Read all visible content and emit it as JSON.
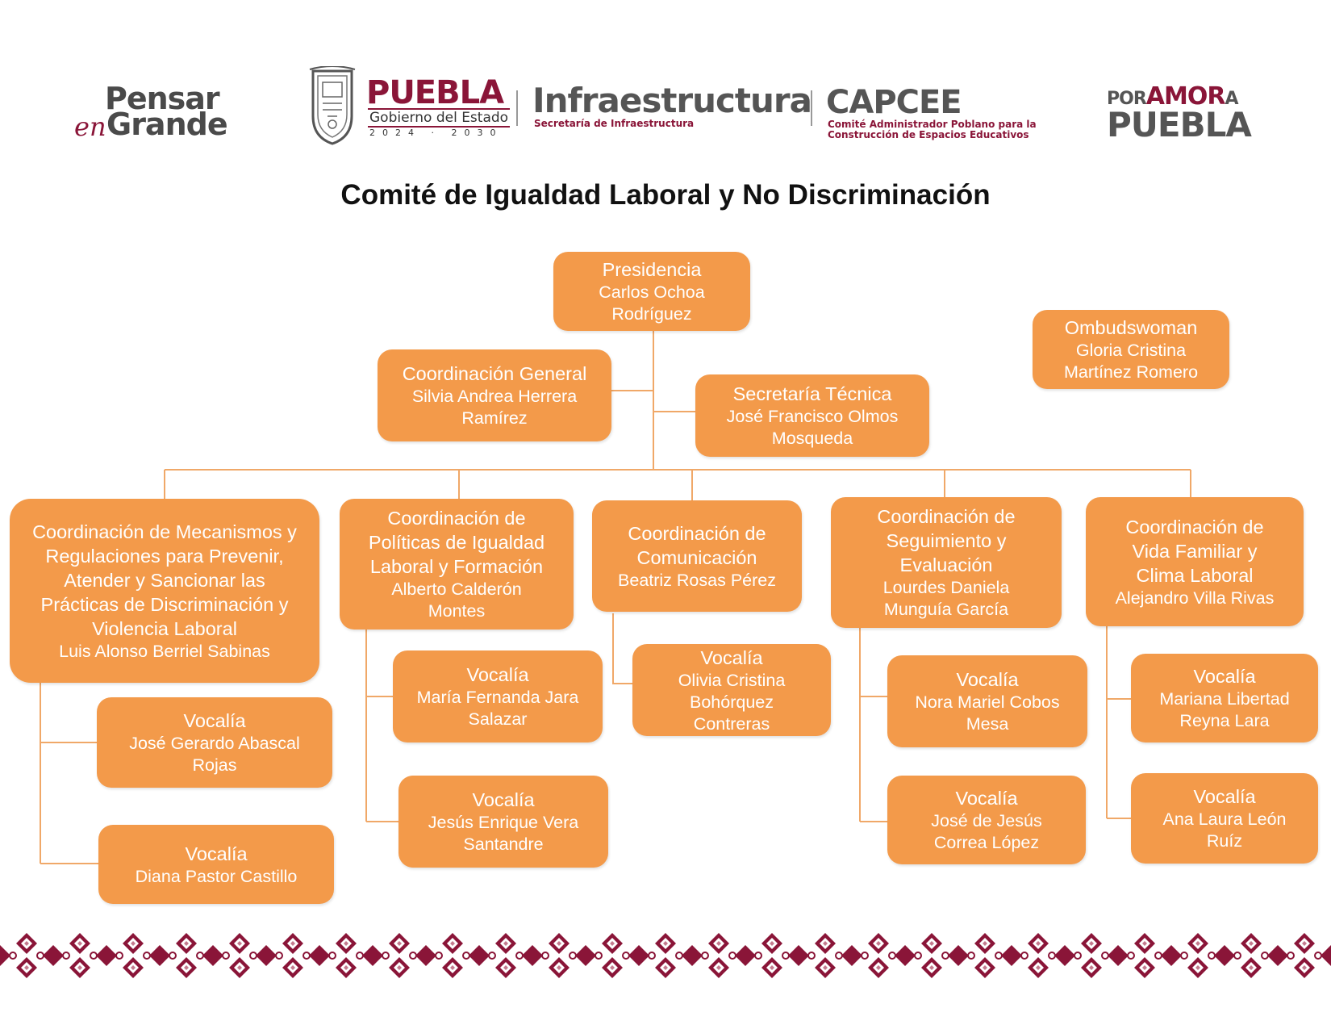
{
  "header": {
    "logos": {
      "pensar": {
        "top": "Pensar",
        "en": "en",
        "grande": "Grande"
      },
      "puebla": {
        "title": "PUEBLA",
        "subtitle": "Gobierno del Estado",
        "years": "2024 · 2030",
        "seal_icon": "state-seal-icon"
      },
      "infraestructura": {
        "title": "Infraestructura",
        "subtitle": "Secretaría de Infraestructura"
      },
      "capcee": {
        "title": "CAPCEE",
        "subtitle": "Comité Administrador Poblano para la Construcción de Espacios Educativos"
      },
      "poramor": {
        "por": "POR",
        "amor": "AMOR",
        "a": "A",
        "puebla": "PUEBLA"
      }
    },
    "title": "Comité de Igualdad Laboral y No Discriminación"
  },
  "colors": {
    "node_fill": "#f39a4a",
    "node_text": "#ffffff",
    "connector": "#f0a868",
    "brand": "#8a1538",
    "pattern": "#8a1538"
  },
  "org": {
    "presidencia": {
      "role": "Presidencia",
      "person": "Carlos Ochoa Rodríguez"
    },
    "ombudswoman": {
      "role": "Ombudswoman",
      "person": "Gloria Cristina Martínez Romero"
    },
    "coordinacion_general": {
      "role": "Coordinación General",
      "person": "Silvia Andrea Herrera Ramírez"
    },
    "secretaria_tecnica": {
      "role": "Secretaría Técnica",
      "person": "José Francisco Olmos Mosqueda"
    },
    "coordinaciones": [
      {
        "role": "Coordinación de Mecanismos y Regulaciones para Prevenir, Atender y Sancionar las Prácticas de Discriminación y Violencia Laboral",
        "person": "Luis Alonso Berriel Sabinas",
        "vocalias": [
          {
            "role": "Vocalía",
            "person": "José Gerardo Abascal Rojas"
          },
          {
            "role": "Vocalía",
            "person": "Diana Pastor Castillo"
          }
        ]
      },
      {
        "role": "Coordinación de Políticas de Igualdad Laboral y Formación",
        "person": "Alberto Calderón Montes",
        "vocalias": [
          {
            "role": "Vocalía",
            "person": "María Fernanda Jara Salazar"
          },
          {
            "role": "Vocalía",
            "person": "Jesús Enrique Vera Santandre"
          }
        ]
      },
      {
        "role": "Coordinación de Comunicación",
        "person": "Beatriz Rosas Pérez",
        "vocalias": [
          {
            "role": "Vocalía",
            "person": "Olivia Cristina Bohórquez Contreras"
          }
        ]
      },
      {
        "role": "Coordinación de Seguimiento y Evaluación",
        "person": "Lourdes Daniela Munguía García",
        "vocalias": [
          {
            "role": "Vocalía",
            "person": "Nora Mariel Cobos Mesa"
          },
          {
            "role": "Vocalía",
            "person": "José de Jesús Correa López"
          }
        ]
      },
      {
        "role": "Coordinación de Vida Familiar y Clima Laboral",
        "person": "Alejandro Villa Rivas",
        "vocalias": [
          {
            "role": "Vocalía",
            "person": "Mariana Libertad Reyna Lara"
          },
          {
            "role": "Vocalía",
            "person": "Ana Laura León Ruíz"
          }
        ]
      }
    ]
  },
  "footer": {
    "pattern_icon": "decorative-pattern-icon"
  }
}
